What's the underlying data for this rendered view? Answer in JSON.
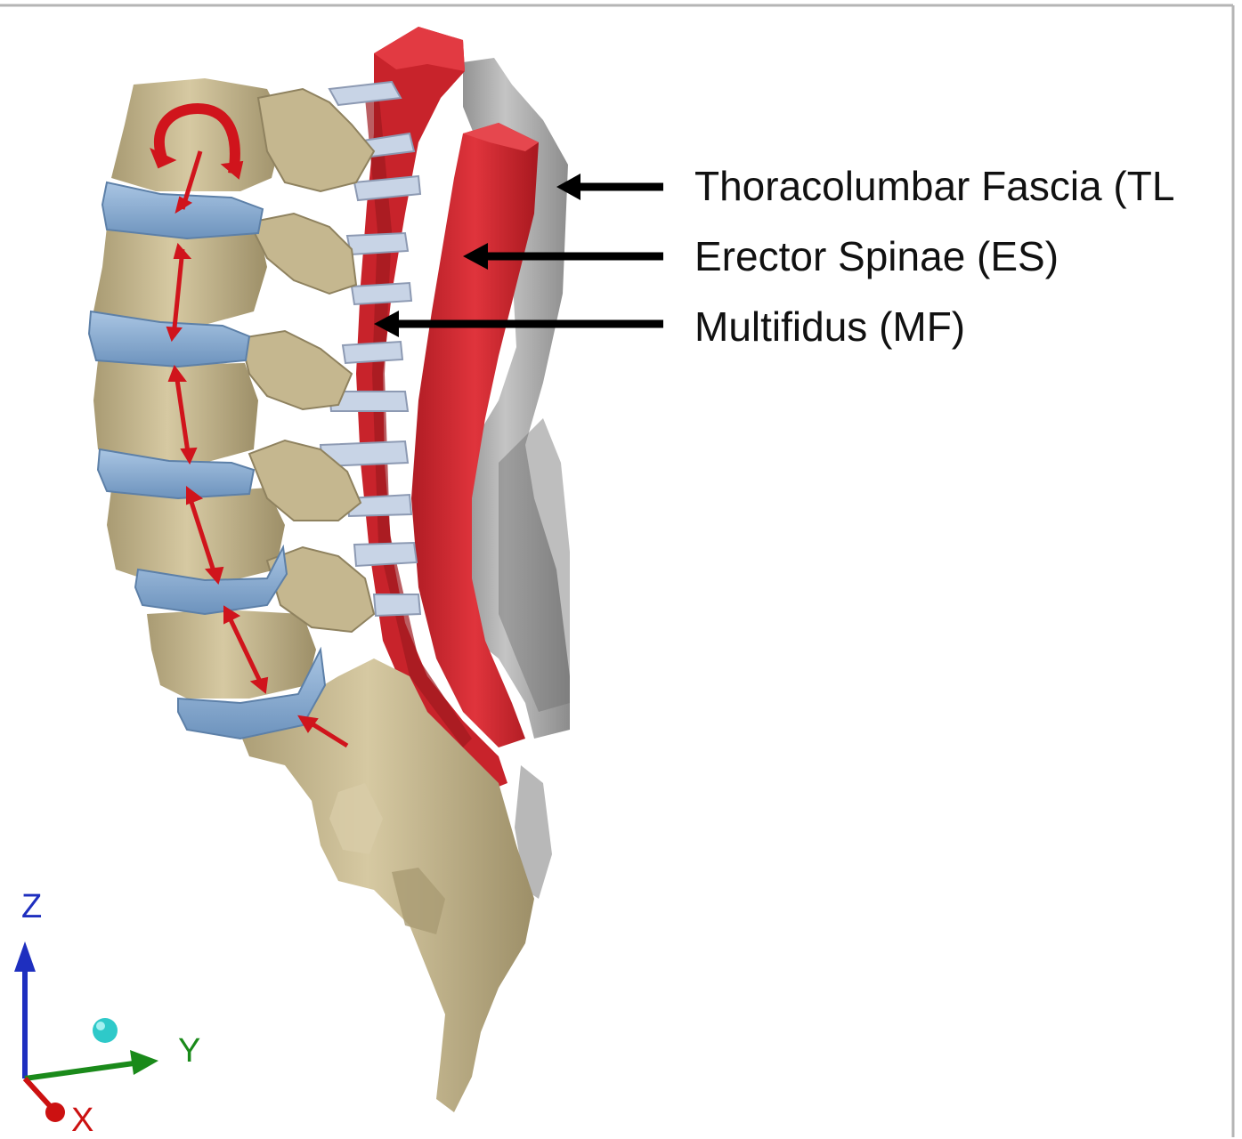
{
  "labels": {
    "tl": "Thoracolumbar Fascia (TL",
    "es": "Erector Spinae (ES)",
    "mf": "Multifidus (MF)"
  },
  "axes": {
    "z": "Z",
    "y": "Y",
    "x": "X"
  },
  "colors": {
    "bone": "#c9bb93",
    "bone_shadow": "#8f825f",
    "disc": "#8fb2d6",
    "muscle": "#d8262f",
    "muscle_dark": "#9e1a20",
    "fascia": "#9a9a9a",
    "fascia_light": "#c9c9c9",
    "ligament": "#c8d4e6",
    "arrow_red": "#d0141c",
    "axis_z": "#1e2fbf",
    "axis_y": "#1a8a1a",
    "axis_x": "#cc1111",
    "origin_dot": "#2ec9c9"
  }
}
